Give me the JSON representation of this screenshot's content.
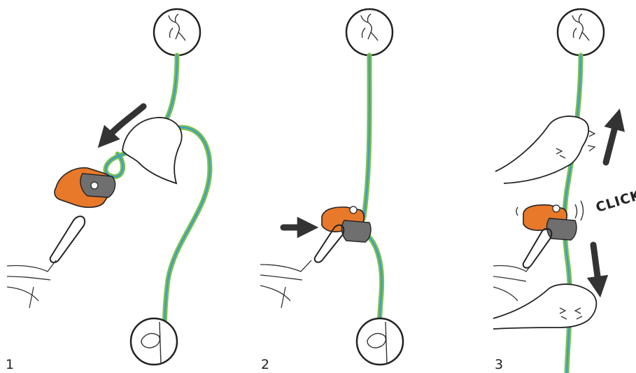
{
  "steps": [
    {
      "label": "1"
    },
    {
      "label": "2"
    },
    {
      "label": "3"
    }
  ],
  "annotations": {
    "click": "CLICK!"
  },
  "colors": {
    "rope_green": "#7dc243",
    "rope_blue": "#3b9dd2",
    "device_orange": "#e8782a",
    "device_grey": "#6f6f6f",
    "ink": "#222222",
    "arrow": "#333333"
  }
}
